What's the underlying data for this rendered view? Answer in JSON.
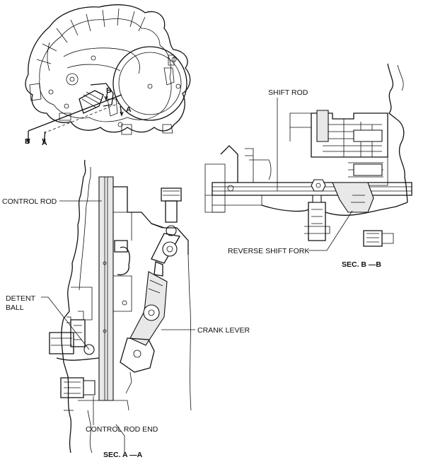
{
  "top_view": {
    "marker_a": "A",
    "marker_b": "B"
  },
  "section_b": {
    "shift_rod_label": "SHIFT ROD",
    "reverse_shift_fork_label": "REVERSE SHIFT FORK",
    "title": "SEC. B —B"
  },
  "section_a": {
    "control_rod_label": "CONTROL ROD",
    "detent_ball_label_line1": "DETENT",
    "detent_ball_label_line2": "BALL",
    "crank_lever_label": "CRANK LEVER",
    "control_rod_end_label": "CONTROL ROD END",
    "title": "SEC. A —A"
  }
}
